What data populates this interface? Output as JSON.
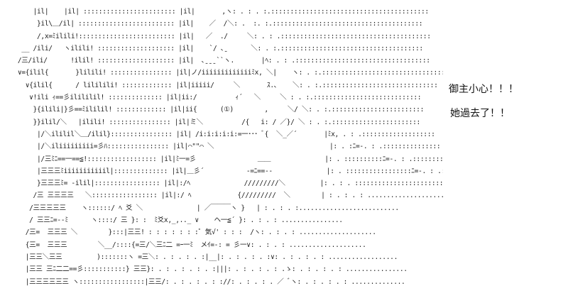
{
  "art": {
    "lines": [
      "      |il|    |il| :::::::::::::::::::::::: |il|       ,ヽ: . : . :.:::::::::::::::::::::::::::::::::::::::::",
      "       }il\\＿/il| ::::::::::::::::::::::::: |il|    ／  /＼: .  :. :.:::::::::::::::::::::::::::::::::::::::",
      "       /,x=ﾐilili!::::::::::::::::::::::::: |il|   ／  ./     ＼: . : .:::::::::::::::::::::::::::::::::::::::",
      "   __ /ili/   ヽilili! :::::::::::::::::::: |il|    `/ ､ˍ      ＼: . :.:::::::::::::::::::::::::::::::::::::",
      "  /三/ili/      !ilil! :::::::::::::::::::: |il|  ､ˍˍˍ``ヽ.       |ﾍ: . : .:::::::::::::::::::::::::::::::::::",
      "  ∨={ilil{       }lilili! :::::::::::::::: |il|ノ/iiiiiiiiiiiiiﾐx, ＼|    ヽ: . :.::::::::::::::::::::::::::::::::",
      "    ∨{ilil{      / lililili! ::::::::::::: |il|iiiii/     ＼       ｽ.､    ＼: . :.::::::::::::::::::::::::::::::",
      "     ∨!ili ｨ==彡ilililil! :::::::::::::: |il|ii:/          ｨ´   ＼     ＼ : . :.::::::::::::::::::::::::::::",
      "      }{ilili|}彡==ﾐililil! ::::::::::::: |il|ii{      (①)        ,     ＼/ ＼: . :.::::::::::::::::::::::::",
      "      }}ilil/＼   |ilili! :::::::::::::::: |il|ミ＼          /{   i: / ／}/ ＼ : . :.:::::::::::::::::::::::",
      "       |/＼ililil＼＿/ilil}:::::::::::::::: |il| /i:i:i:i:i:=一･･･ ﾞ{  ＼_／´       |ﾐx, . : .:::::::::::::::::::",
      "       |/＼iliiiiiiiii=彡ﾊ:::::::::::::::: |il|⌒\"\"⌒ ＼                              |: . :ﾆ=-. : .:::::::::::::::",
      "       |/三ﾐﾆ==一==≦!:::::::::::::::::: |il|ﾐ一=彡                ＿＿              |: . ::::::::::ﾆ=-. : .::::::::::",
      "       |三三三ﾐiiiiiiiiiiil|:::::::::::::: |il|＿彡´           -=ﾆ==--              |: . :::::::::::::::::ﾆ=-. : .::::::",
      "       }三三三ﾐ= -ilil|::::::::::::::::: |il|:/ﾍ              /////////＼         |: . : . ::::::::::::::::::::::::ﾆ=-:::::",
      "      /三 三三三三   ＼::::::::::::::::: |il|:/ ﾍ            {/////////  ＼        | : . : . : ........................ ",
      "     /三三三三三    ヽ::::::/ ﾍ 爻 ＼              | ／￣￣￣ヽ }   | : . : . :..........................",
      "     / 三三ﾆ=-‐ﾐ      ヽ::::/ 三 }: :  ﾐ爻x,_,.._ ∨    ヘ一≦´ }: . : . : ................",
      "    /三=  三三三 ＼        }:::|三三! : : : : : : :゜気√' : : :  /ヽ: . : . : ....................",
      "    {三=  三三三        ＼__/::::{=三/＼三ﾆ二 =ｰ一ﾐ  メｲ=-: = 彡一∨: . : . : ....................",
      "    |三三＼三三         ):::::::ヽ =三＼: . : . : . :|__|: . : . : . :∨: . : . : . : ..................",
      "    |三三 三ﾆ二二==彡:::::::::::} 三三}: . : . : . : . :|||: . : . : . : .ゝ: . : . : . : ................",
      "    |三三三三三三 ヽ:::::::::::::::::|三三/: . : . : . : ://: . : . : . ／ ﾞヽ: . : . : . : .............."
    ]
  },
  "dialogue": {
    "line1": "御主小心！！！",
    "line2": "她過去了！！"
  }
}
